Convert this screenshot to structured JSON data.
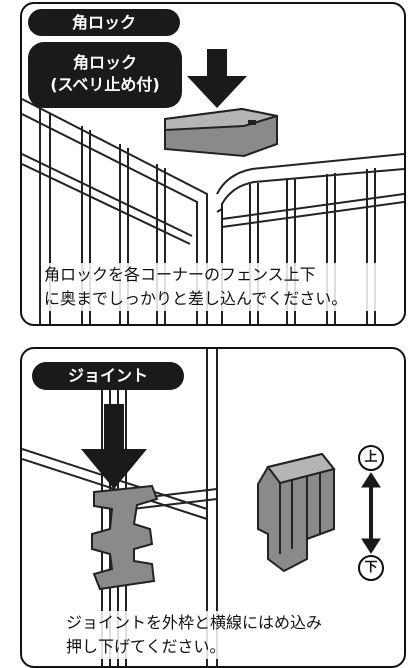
{
  "panel1": {
    "badge_top": "角ロック",
    "badge_product_line1": "角ロック",
    "badge_product_line2": "(スベリ止め付)",
    "caption_line1": "角ロックを各コーナーのフェンス上下",
    "caption_line2": "に奥までしっかりと差し込んでください。"
  },
  "panel2": {
    "badge": "ジョイント",
    "caption_line1": "ジョイントを外枠と横線にはめ込み",
    "caption_line2": "押し下げてください。",
    "up_label": "上",
    "down_label": "下"
  },
  "colors": {
    "badge_bg": "#1a1a1a",
    "part_gray": "#8a8a8a",
    "arrow_black": "#1a1a1a"
  }
}
